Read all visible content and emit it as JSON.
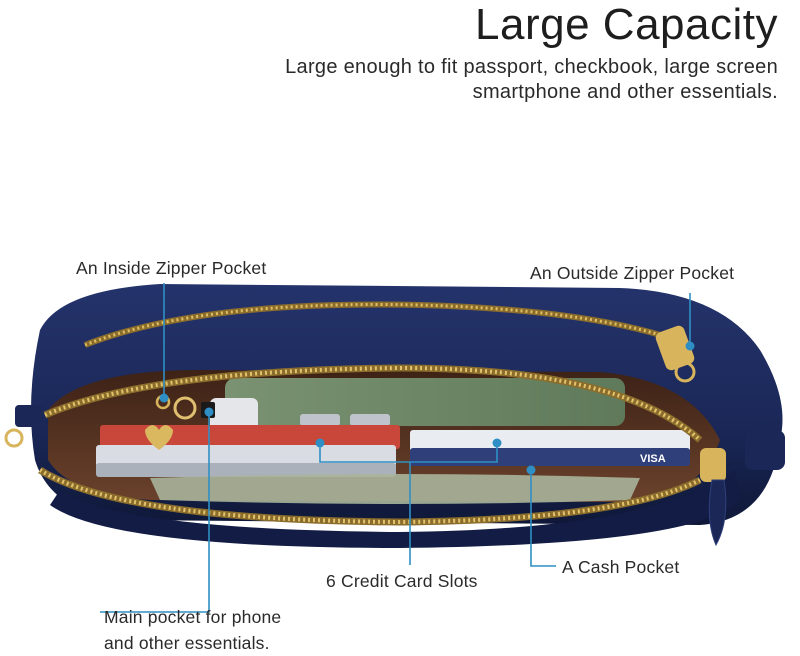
{
  "header": {
    "title": "Large Capacity",
    "subtitle_line1": "Large enough to fit passport, checkbook, large screen",
    "subtitle_line2": "smartphone and other essentials."
  },
  "callouts": {
    "inside_zipper_pocket": "An Inside Zipper Pocket",
    "outside_zipper_pocket": "An Outside Zipper Pocket",
    "credit_card_slots": "6 Credit Card Slots",
    "cash_pocket": "A Cash Pocket",
    "main_pocket_line1": "Main pocket for phone",
    "main_pocket_line2": "and other essentials."
  },
  "card_brand_text": "VISA",
  "colors": {
    "leather": "#1c2a5c",
    "leather_dark": "#111b40",
    "lining": "#5a3522",
    "zipper": "#c9a24a",
    "callout_line": "#2f8fc4",
    "phone_case": "#6f8768"
  }
}
